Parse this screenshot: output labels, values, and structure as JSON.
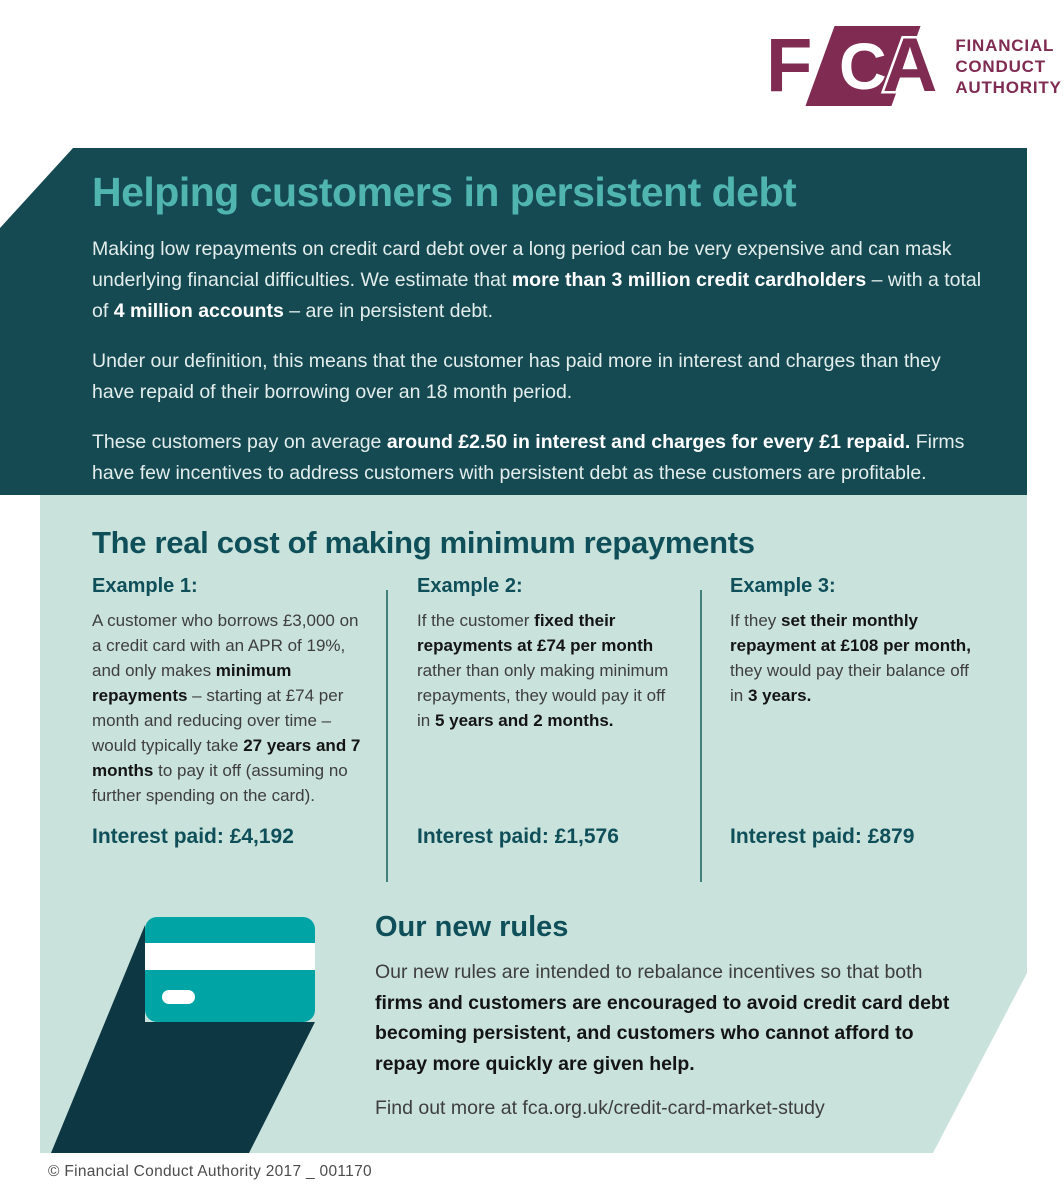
{
  "colors": {
    "fca_maroon": "#7F2B52",
    "header_bg": "#164A53",
    "header_title_teal": "#4FB5AE",
    "panel_mint": "#C9E2DB",
    "heading_teal": "#0F4F5A",
    "card_teal": "#00A4A4",
    "card_shadow_dark": "#0E3744",
    "divider_teal": "#44807E"
  },
  "logo": {
    "letter_f": "F",
    "letter_c": "C",
    "letter_a": "A",
    "wordmark_line1": "FINANCIAL",
    "wordmark_line2": "CONDUCT",
    "wordmark_line3": "AUTHORITY"
  },
  "header": {
    "title": "Helping customers in persistent debt",
    "p1": [
      {
        "t": "Making low repayments on credit card debt over a long period can be very expensive and can mask underlying financial difficulties. We estimate that ",
        "b": false
      },
      {
        "t": "more than 3 million credit cardholders",
        "b": true
      },
      {
        "t": " – with a total of ",
        "b": false
      },
      {
        "t": "4 million accounts",
        "b": true
      },
      {
        "t": " – are in persistent debt.",
        "b": false
      }
    ],
    "p2": [
      {
        "t": "Under our definition, this means that the customer has paid more in interest and charges than they have repaid of their borrowing over an 18 month period.",
        "b": false
      }
    ],
    "p3": [
      {
        "t": "These customers pay on average ",
        "b": false
      },
      {
        "t": "around £2.50 in interest and charges for every £1 repaid.",
        "b": true
      },
      {
        "t": " Firms have few incentives to address customers with persistent debt as these customers are profitable.",
        "b": false
      }
    ]
  },
  "cost_section": {
    "heading": "The real cost of making minimum repayments",
    "examples": [
      {
        "label": "Example 1:",
        "body": [
          {
            "t": "A customer who borrows £3,000 on a credit card with an APR of 19%, and only makes ",
            "b": false
          },
          {
            "t": "minimum repayments",
            "b": true
          },
          {
            "t": " –  starting at £74 per month and reducing over time – would typically take ",
            "b": false
          },
          {
            "t": "27 years and 7 months",
            "b": true
          },
          {
            "t": " to pay it off (assuming no further spending on the card).",
            "b": false
          }
        ],
        "interest": "Interest paid: £4,192"
      },
      {
        "label": "Example 2:",
        "body": [
          {
            "t": "If the customer ",
            "b": false
          },
          {
            "t": "fixed their repayments at £74 per month",
            "b": true
          },
          {
            "t": " rather than only making minimum repayments, they would pay it off in ",
            "b": false
          },
          {
            "t": "5 years and 2 months.",
            "b": true
          }
        ],
        "interest": "Interest paid: £1,576"
      },
      {
        "label": "Example 3:",
        "body": [
          {
            "t": "If they ",
            "b": false
          },
          {
            "t": "set their monthly repayment at £108 per month,",
            "b": true
          },
          {
            "t": " they would pay their balance off in ",
            "b": false
          },
          {
            "t": "3 years.",
            "b": true
          }
        ],
        "interest": "Interest paid: £879"
      }
    ]
  },
  "rules_section": {
    "heading": "Our new rules",
    "body": [
      {
        "t": "Our new rules are intended to rebalance incentives so that both ",
        "b": false
      },
      {
        "t": "firms and customers are encouraged to avoid credit card debt becoming persistent, and customers who cannot afford to repay more quickly are given help.",
        "b": true
      }
    ],
    "link_line": "Find out more at fca.org.uk/credit-card-market-study"
  },
  "footer": {
    "copyright": "© Financial Conduct Authority 2017 _ 001170"
  }
}
